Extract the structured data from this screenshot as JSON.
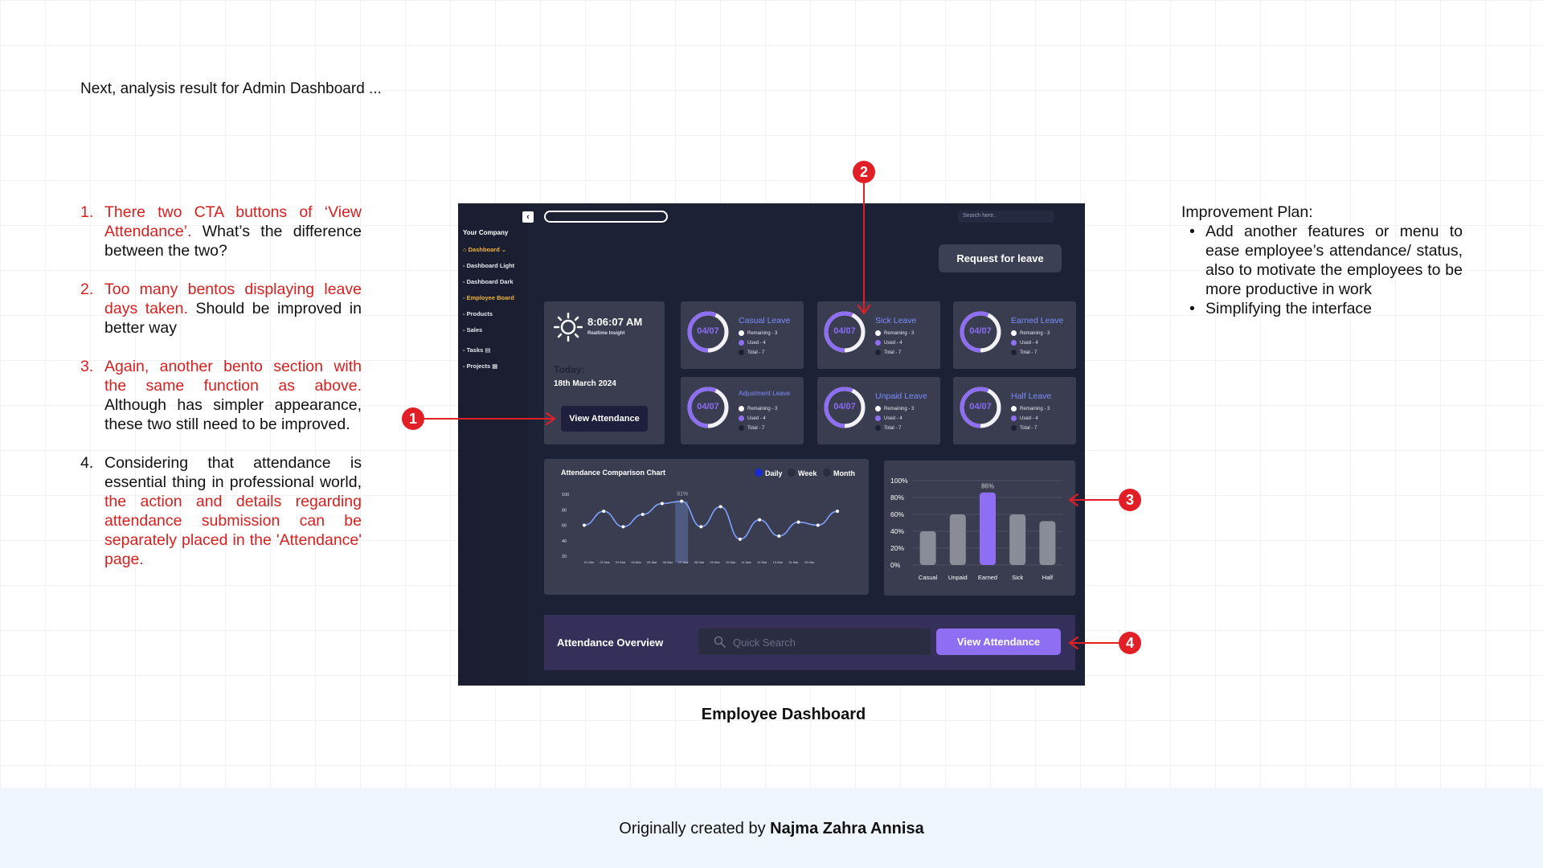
{
  "intro": "Next, analysis result for Admin Dashboard ...",
  "notes": [
    {
      "num": "1.",
      "red": "There two CTA buttons of ‘View Attendance’.",
      "black": " What’s the difference between the two?"
    },
    {
      "num": "2.",
      "red": "Too many bentos displaying leave days taken.",
      "black": " Should be improved in better way"
    },
    {
      "num": "3.",
      "red": "Again, another bento section with the same function as above.",
      "black": " Although has simpler appearance, these two still need to be improved."
    },
    {
      "num": "4.",
      "black_first": "Considering that attendance is essential thing in professional world, ",
      "red": "the action and details regarding attendance submission can be separately placed in the 'Attendance' page."
    }
  ],
  "plan": {
    "title": "Improvement Plan:",
    "items": [
      "Add another features or menu to ease employee’s attendance/ status, also to motivate the employees to be more productive in work",
      "Simplifying the interface"
    ]
  },
  "dashboard": {
    "sidebar": {
      "company": "Your Company",
      "items": [
        {
          "label": "Dashboard",
          "active": true
        },
        {
          "label": "Dashboard Light"
        },
        {
          "label": "Dashboard Dark"
        },
        {
          "label": "Employee Board",
          "active": true
        },
        {
          "label": "Products"
        },
        {
          "label": "Sales"
        },
        {
          "label": "Tasks"
        },
        {
          "label": "Projects"
        }
      ]
    },
    "search_placeholder": "Search here..",
    "request_button": "Request for leave",
    "clock": {
      "time": "8:06:07 AM",
      "subtitle": "Realtime Insight",
      "today_label": "Today:",
      "date": "18th March 2024",
      "button": "View Attendance"
    },
    "leave_cards": [
      {
        "title": "Casual Leave",
        "value": "04/07",
        "remaining": "Remaining - 3",
        "used": "Used - 4",
        "total": "Total - 7"
      },
      {
        "title": "Sick Leave",
        "value": "04/07",
        "remaining": "Remaining - 3",
        "used": "Used - 4",
        "total": "Total - 7"
      },
      {
        "title": "Earned Leave",
        "value": "04/07",
        "remaining": "Remaining - 3",
        "used": "Used - 4",
        "total": "Total - 7"
      },
      {
        "title": "Adjustment Leave",
        "value": "04/07",
        "remaining": "Remaining - 3",
        "used": "Used - 4",
        "total": "Total - 7"
      },
      {
        "title": "Unpaid Leave",
        "value": "04/07",
        "remaining": "Remaining - 3",
        "used": "Used - 4",
        "total": "Total - 7"
      },
      {
        "title": "Half Leave",
        "value": "04/07",
        "remaining": "Remaining - 3",
        "used": "Used - 4",
        "total": "Total - 7"
      }
    ],
    "legend": {
      "daily": "Daily",
      "week": "Week",
      "month": "Month"
    },
    "overview": {
      "title": "Attendance Overview",
      "search_placeholder": "Quick Search",
      "button": "View Attendance"
    },
    "colors": {
      "accent": "#8e6ff3",
      "line": "#7fa0ff",
      "bar": "#8a8c98",
      "bar_highlight": "#8e6ff3"
    }
  },
  "caption": "Employee Dashboard",
  "markers": [
    "1",
    "2",
    "3",
    "4"
  ],
  "footer": {
    "prefix": "Originally created by ",
    "author": "Najma Zahra Annisa"
  },
  "chart_data": [
    {
      "type": "line",
      "title": "Attendance Comparison Chart",
      "x": [
        "01 Mar",
        "02 Mar",
        "03 Mar",
        "04 Mar",
        "05 Mar",
        "06 Mar",
        "07 Mar",
        "08 Mar",
        "09 Mar",
        "10 Mar",
        "11 Mar",
        "12 Mar",
        "13 Mar",
        "14 Mar",
        "15 Mar"
      ],
      "values": [
        60,
        78,
        58,
        74,
        88,
        91,
        58,
        84,
        42,
        67,
        46,
        64,
        60,
        78
      ],
      "yticks": [
        100,
        80,
        60,
        40,
        20
      ],
      "ylim": [
        20,
        100
      ],
      "highlight": {
        "label": "91%"
      }
    },
    {
      "type": "bar",
      "categories": [
        "Casual",
        "Unpaid",
        "Earned",
        "Sick",
        "Half"
      ],
      "values": [
        40,
        60,
        86,
        60,
        52
      ],
      "highlight": {
        "index": 2,
        "label": "86%"
      },
      "yticks": [
        "100%",
        "80%",
        "60%",
        "40%",
        "20%",
        "0%"
      ],
      "ylim": [
        0,
        100
      ]
    }
  ]
}
